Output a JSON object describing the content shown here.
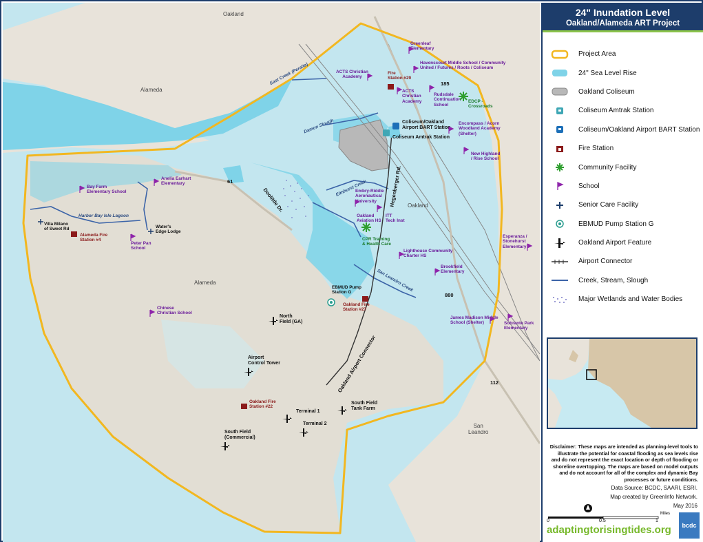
{
  "title": {
    "line1": "24\" Inundation Level",
    "line2": "Oakland/Alameda ART Project"
  },
  "legend": [
    {
      "label": "Project Area",
      "icon": "project-area-swatch"
    },
    {
      "label": "24\" Sea Level Rise",
      "icon": "sea-level-rise-swatch"
    },
    {
      "label": "Oakland Coliseum",
      "icon": "coliseum-swatch"
    },
    {
      "label": "Coliseum Amtrak Station",
      "icon": "amtrak-icon"
    },
    {
      "label": "Coliseum/Oakland Airport BART Station",
      "icon": "bart-icon"
    },
    {
      "label": "Fire Station",
      "icon": "fire-station-icon"
    },
    {
      "label": "Community Facility",
      "icon": "community-facility-icon"
    },
    {
      "label": "School",
      "icon": "school-flag-icon"
    },
    {
      "label": "Senior Care Facility",
      "icon": "senior-care-icon"
    },
    {
      "label": "EBMUD Pump Station G",
      "icon": "pump-station-icon"
    },
    {
      "label": "Oakland Airport Feature",
      "icon": "airplane-icon"
    },
    {
      "label": "Airport Connector",
      "icon": "airport-connector-line"
    },
    {
      "label": "Creek, Stream, Slough",
      "icon": "creek-line"
    },
    {
      "label": "Major Wetlands and Water Bodies",
      "icon": "wetlands-swatch"
    }
  ],
  "colors": {
    "navy": "#1d3d6b",
    "project_area": "#f2b720",
    "sea_level_rise": "#7fd3e8",
    "coliseum": "#b8b8b8",
    "fire": "#8b1a1a",
    "community": "#2e9e2e",
    "school": "#8e24aa",
    "creek": "#3c64a8",
    "brand_green": "#76b82a"
  },
  "disclaimer": "Disclaimer: These maps are intended as planning-level tools to illustrate the potential for coastal flooding as sea levels rise and do not represent the exact location or depth of flooding or shoreline overtopping. The maps are based on model outputs and do not account for all of the complex and dynamic Bay processes or future conditions.",
  "credits": {
    "source": "Data Source: BCDC, SAARI, ESRI.",
    "created": "Map created by GreenInfo Network.",
    "date": "May 2016"
  },
  "scale": {
    "unit": "Miles",
    "ticks": [
      "0",
      "0.5",
      "1"
    ]
  },
  "brand": "adaptingtorisingtides.org",
  "logo_text": "bcdc",
  "places": {
    "oakland_top": "Oakland",
    "alameda_nw": "Alameda",
    "alameda_mid": "Alameda",
    "oakland_mid": "Oakland",
    "san_leandro": "San\nLeandro"
  },
  "roads": {
    "r61": "61",
    "r185": "185",
    "r880": "880",
    "r112": "112",
    "doolittle": "Doolittle Dr.",
    "hegenberger": "Hegenberger Rd.",
    "connector": "Oakland Airport Connector"
  },
  "water": {
    "east_creek": "East Creek (Peralta)",
    "damon": "Damon Slough",
    "elmhurst": "Elmhurst Creek",
    "san_leandro_creek": "San Leandro Creek",
    "harbor_bay": "Harbor Bay Isle Lagoon"
  },
  "features": {
    "greenleaf": "Greenleaf\nElementary",
    "havenscourt": "Havenscourt Middle School / Community\nUnited / Futures / Roots / Coliseum",
    "acts_christian_academy": "ACTS Christian\nAcademy",
    "fire29": "Fire\nStation #29",
    "acts2": "ACTS\nChristian\nAcademy",
    "rudsdale": "Rudsdale\nContinuation\nSchool",
    "edcp": "EDCP -\nCrossroads",
    "coliseum_bart": "Coliseum/Oakland\nAirport BART Station",
    "coliseum_amtrak": "Coliseum Amtrak Station",
    "encompass": "Encompass / Acorn\nWoodland Academy\n(Shelter)",
    "new_highland": "New Highland\n/ Rise School",
    "anelia": "Anelia Earhart\nElementary",
    "bay_farm": "Bay Farm\nElementary School",
    "villa": "Villa Milano\nof Sweet Rd",
    "alameda_fire4": "Alameda Fire\nStation #4",
    "peter_pan": "Peter Pan\nSchool",
    "waters_edge": "Water's\nEdge Lodge",
    "embry": "Embry-Riddle\nAeronautical\nUniversity",
    "oakland_aviation": "Oakland\nAviation HS",
    "itt": "ITT\nTech Inst",
    "cpr": "CPR Training\n& Health Care",
    "lighthouse": "Lighthouse Community\nCharter HS",
    "brookfield": "Brookfield\nElementary",
    "esperanza": "Esperanza /\nStonehurst\nElementary",
    "ebmud": "EBMUD Pump\nStation G",
    "oakland_fire27": "Oakland Fire\nStation #27",
    "chinese_christian": "Chinese\nChristian School",
    "north_field": "North\nField (GA)",
    "james_madison": "James Madison Middle\nSchool (Shelter)",
    "sobrante": "Sobrante Park\nElementary",
    "control_tower": "Airport\nControl Tower",
    "terminal1": "Terminal 1",
    "terminal2": "Terminal 2",
    "south_field_tank": "South Field\nTank Farm",
    "oakland_fire22": "Oakland Fire\nStation #22",
    "south_field_commercial": "South Field\n(Commercial)"
  }
}
